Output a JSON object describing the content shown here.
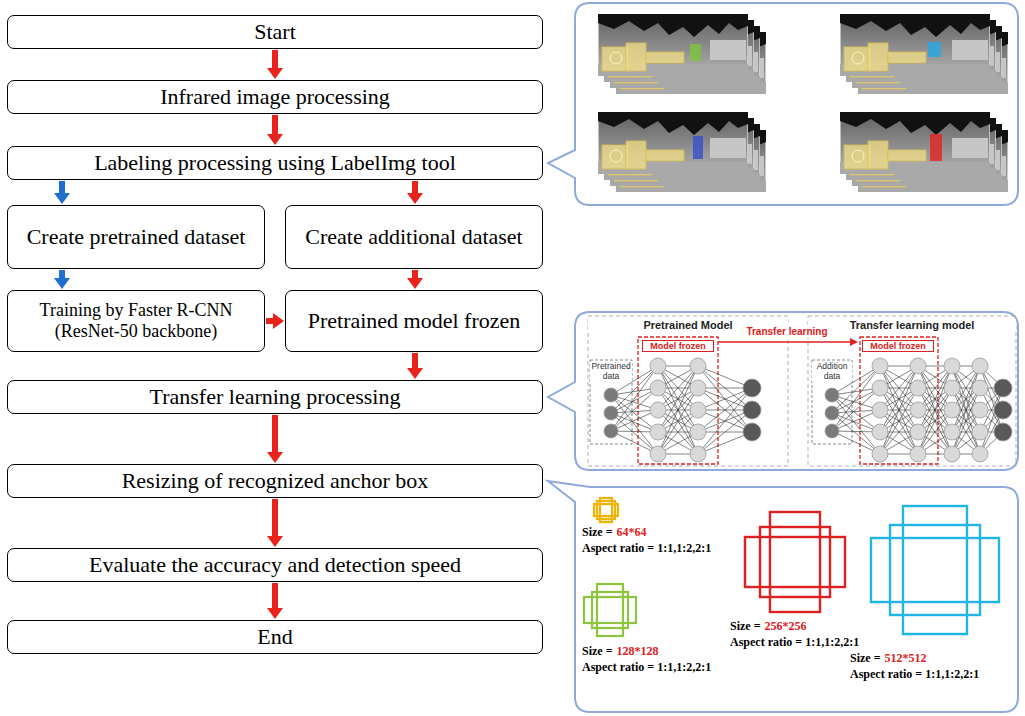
{
  "diagram": {
    "nodes": [
      {
        "text": [
          "Start"
        ]
      },
      {
        "text": [
          "Infrared image processing"
        ]
      },
      {
        "text": [
          "Labeling processing using LabelImg tool"
        ]
      },
      {
        "text": [
          "Create pretrained dataset"
        ]
      },
      {
        "text": [
          "Create additional dataset"
        ]
      },
      {
        "text": [
          "Training by Faster R-CNN (ResNet-50 backbone)"
        ]
      },
      {
        "text": [
          "Pretrained model frozen"
        ]
      },
      {
        "text": [
          "Transfer learning processing"
        ]
      },
      {
        "text": [
          "Resizing of recognized anchor box"
        ]
      },
      {
        "text": [
          "Evaluate the accuracy and detection speed"
        ]
      },
      {
        "text": [
          "End"
        ]
      }
    ],
    "edges": [
      {
        "from": 0,
        "to": 1,
        "arrow": "to"
      },
      {
        "from": 1,
        "to": 2,
        "arrow": "to"
      },
      {
        "from": 2,
        "to": 3,
        "arrow": "to"
      },
      {
        "from": 2,
        "to": 4,
        "arrow": "to"
      },
      {
        "from": 3,
        "to": 5,
        "arrow": "to"
      },
      {
        "from": 5,
        "to": 6,
        "arrow": "to"
      },
      {
        "from": 4,
        "to": 6,
        "arrow": "to"
      },
      {
        "from": 6,
        "to": 7,
        "arrow": "to"
      },
      {
        "from": 7,
        "to": 8,
        "arrow": "to"
      },
      {
        "from": 8,
        "to": 9,
        "arrow": "to"
      },
      {
        "from": 9,
        "to": 10,
        "arrow": "to"
      }
    ],
    "labels": [
      "Pretrained Model",
      "Transfer learning model",
      "Model frozen",
      "Transfer learning",
      "Model frozen",
      "Pretrained data",
      "Addition data",
      "Size =",
      "64*64",
      "Aspect ratio = 1:1,1:2,2:1",
      "Size =",
      "128*128",
      "Aspect ratio = 1:1,1:2,2:1",
      "Size =",
      "256*256",
      "Aspect ratio = 1:1,1:2,2:1",
      "Size =",
      "512*512",
      "Aspect ratio = 1:1,1:2,2:1"
    ]
  }
}
